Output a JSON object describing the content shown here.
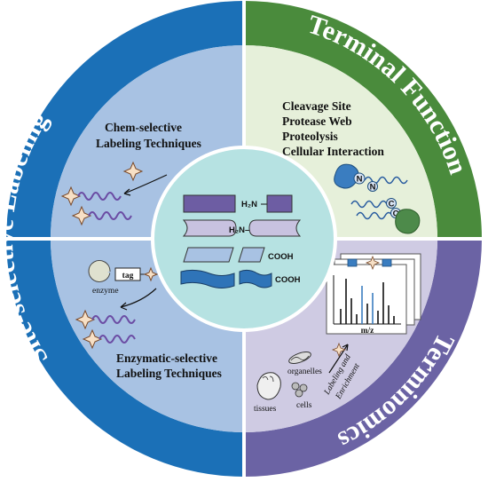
{
  "colors": {
    "q_top_left": "#a8c2e3",
    "q_top_right": "#e6f0da",
    "q_bottom_left": "#a8c2e3",
    "q_bottom_right": "#cfcbe3",
    "ring_left": "#1b70b7",
    "ring_top_right": "#4a8b3c",
    "ring_bottom_right": "#6b63a4",
    "center": "#b6e2e2"
  },
  "ring_titles": {
    "site_selective": "Site-selective Labeling",
    "terminal_function": "Terminal Function",
    "terminomics": "Terminomics"
  },
  "top_left": {
    "line1": "Chem-selective",
    "line2": "Labeling Techniques"
  },
  "bottom_left": {
    "tag": "tag",
    "enzyme": "enzyme",
    "line1": "Enzymatic-selective",
    "line2": "Labeling Techniques"
  },
  "top_right": {
    "items": [
      "Cleavage Site",
      "Protease Web",
      "Proteolysis",
      "Cellular Interaction"
    ],
    "n_label": "N",
    "c_label": "C"
  },
  "bottom_right": {
    "axis_label": "m/z",
    "organelles": "organelles",
    "tissues": "tissues",
    "cells": "cells",
    "labeling_line1": "Labeling and",
    "labeling_line2": "Enrichment"
  },
  "center": {
    "h2n": "H₂N",
    "h2n_dash": "H₂N–",
    "cooh": "COOH"
  }
}
